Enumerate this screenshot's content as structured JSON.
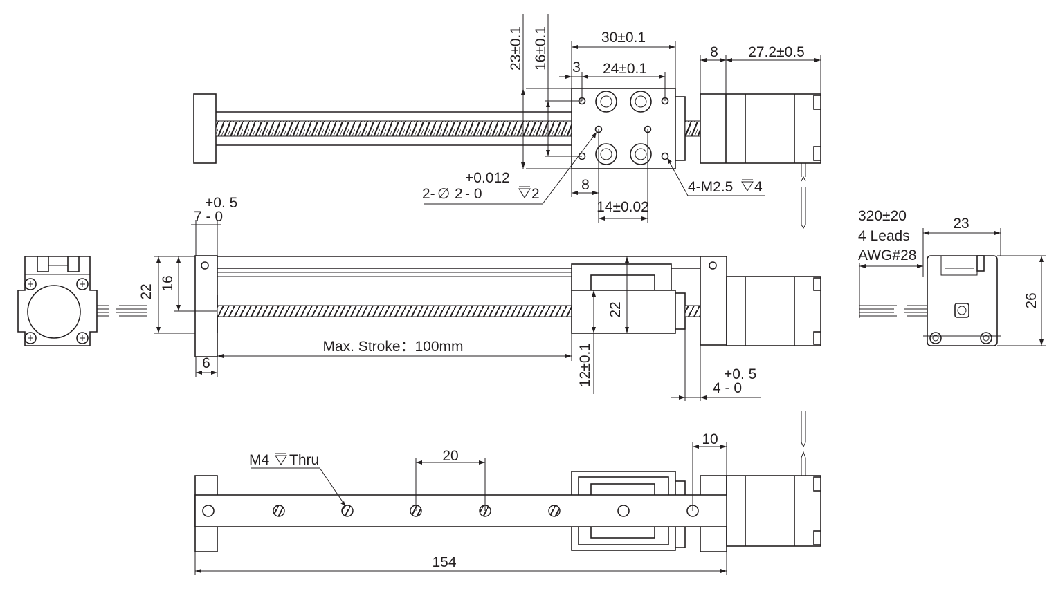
{
  "top_view": {
    "dims": {
      "h23": "23±0.1",
      "h16": "16±0.1",
      "w30": "30±0.1",
      "w24": "24±0.1",
      "w3": "3",
      "w8": "8",
      "motor_len": "27.2±0.5",
      "w8_bottom": "8",
      "w14": "14±0.02"
    },
    "pin_callout": {
      "tol_upper": "+0.012",
      "tol_lower": "- 0",
      "prefix": "2-",
      "phi": "∅",
      "size": "2",
      "depth": "2"
    },
    "thread_callout": "4-M2.5",
    "thread_depth": "4"
  },
  "front_view": {
    "dims": {
      "tol7_upper": "+0. 5",
      "tol7_lower": "7 - 0",
      "h22_left": "22",
      "h16": "16",
      "h22_right": "22",
      "w6": "6",
      "stroke": "Max. Stroke：100mm",
      "h12": "12±0.1",
      "tol4_upper": "+0. 5",
      "tol4_lower": "4 - 0"
    }
  },
  "right_view": {
    "lead_length": "320±20",
    "lead_count": "4 Leads",
    "lead_gauge": "AWG#28",
    "w23": "23",
    "h26": "26"
  },
  "bottom_view": {
    "thread_callout": "M4",
    "thread_depth": "Thru",
    "pitch": "20",
    "w10": "10",
    "total_length": "154"
  }
}
